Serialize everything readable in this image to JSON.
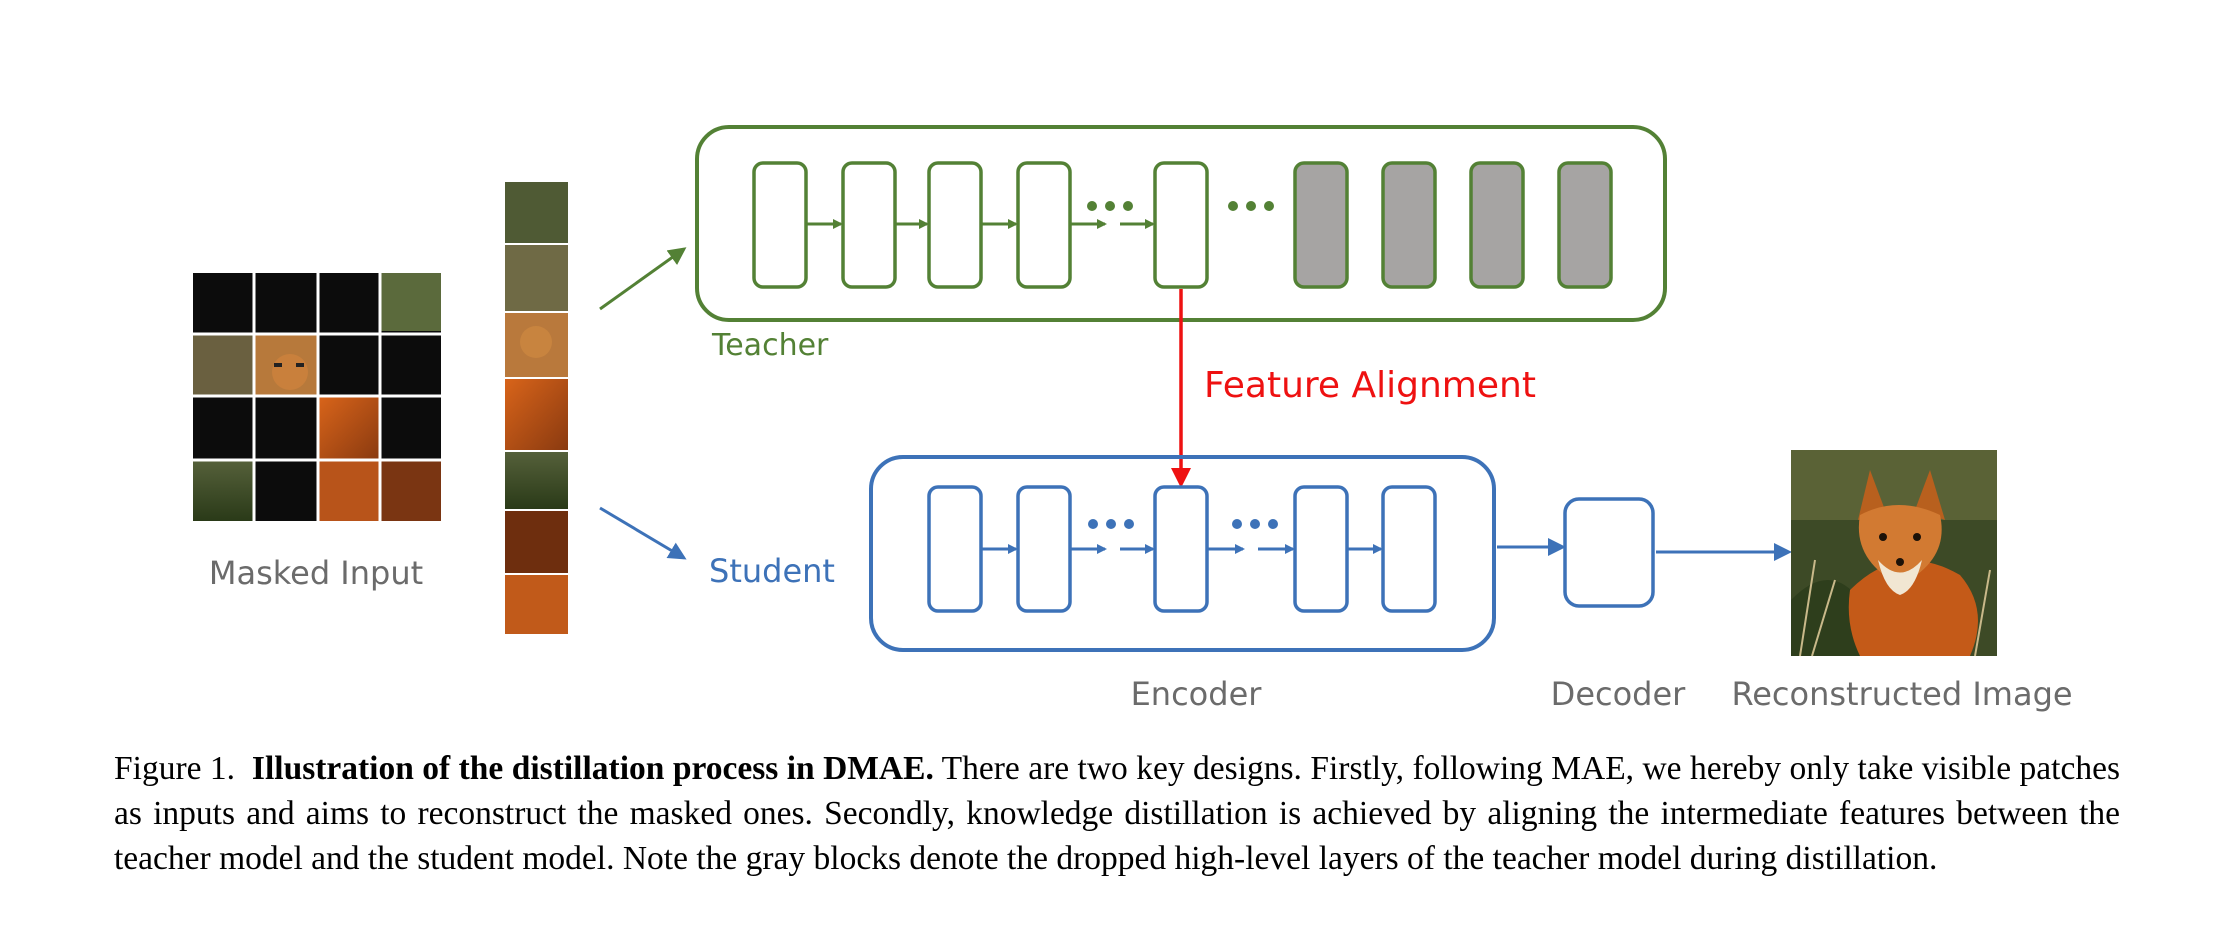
{
  "labels": {
    "masked_input": "Masked Input",
    "teacher": "Teacher",
    "student": "Student",
    "feature_alignment": "Feature Alignment",
    "encoder": "Encoder",
    "decoder": "Decoder",
    "reconstructed_image": "Reconstructed Image"
  },
  "caption": {
    "figure_label": "Figure 1.",
    "bold_title": "Illustration of the distillation process in DMAE.",
    "body": "There are two key designs. Firstly, following MAE, we hereby only take visible patches as inputs and aims to reconstruct the masked ones. Secondly, knowledge distillation is achieved by aligning the intermediate features between the teacher model and the student model. Note the gray blocks denote the dropped high-level layers of the teacher model during distillation."
  },
  "colors": {
    "teacher": "#538135",
    "student": "#3d72b8",
    "alignment": "#ee1111",
    "label_gray": "#6b6b6b",
    "dropped_block": "#a6a4a3"
  }
}
